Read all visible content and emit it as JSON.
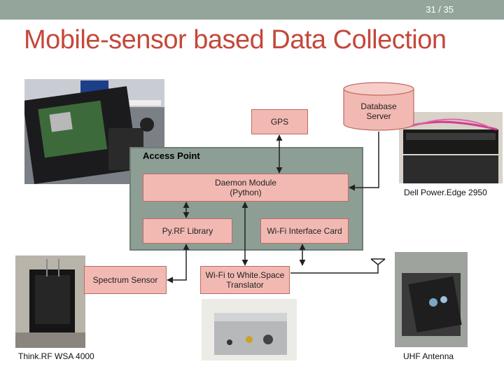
{
  "slide": {
    "number": "31 / 35",
    "title": "Mobile-sensor based Data Collection"
  },
  "nodes": {
    "gps": "GPS",
    "database": "Database\nServer",
    "access_point": "Access Point",
    "daemon": "Daemon Module\n(Python)",
    "pyrf": "Py.RF Library",
    "wifi_card": "Wi-Fi Interface Card",
    "spectrum": "Spectrum Sensor",
    "translator": "Wi-Fi to White.Space\nTranslator"
  },
  "captions": {
    "dell": "Dell Power.Edge 2950",
    "thinkrf": "Think.RF WSA 4000",
    "antenna": "UHF Antenna"
  },
  "colors": {
    "topbar": "#94a59b",
    "title": "#c4483b",
    "node_fill": "#f2b9b3",
    "access_point": "#8d9e95"
  }
}
